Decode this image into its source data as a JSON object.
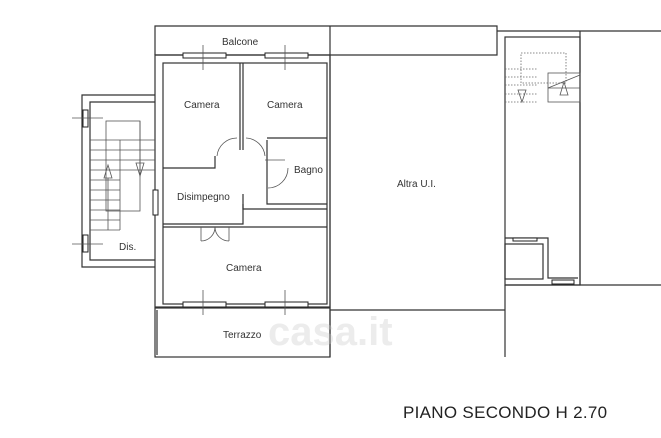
{
  "rooms": {
    "balcone": "Balcone",
    "camera_1": "Camera",
    "camera_2": "Camera",
    "bagno": "Bagno",
    "disimpegno": "Disimpegno",
    "dis": "Dis.",
    "camera_3": "Camera",
    "terrazzo": "Terrazzo",
    "altra_ui": "Altra U.I."
  },
  "footer": {
    "floor_label": "PIANO SECONDO  H 2.70"
  },
  "watermark": "casa.it"
}
